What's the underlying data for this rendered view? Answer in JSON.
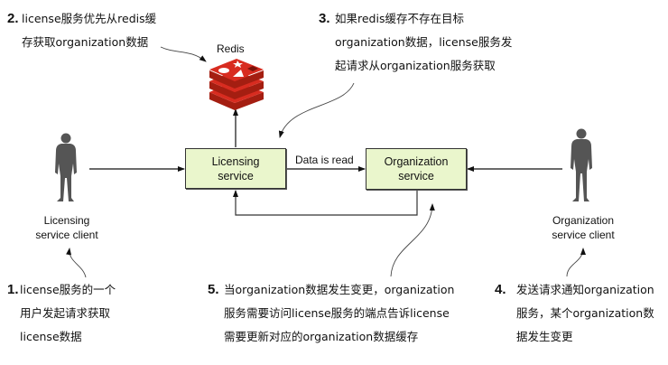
{
  "diagram": {
    "redis": {
      "label": "Redis",
      "icon": "redis-logo-icon",
      "color": "#d82c20"
    },
    "services": {
      "licensing": {
        "line1": "Licensing",
        "line2": "service",
        "fill": "#eaf6cc"
      },
      "organization": {
        "line1": "Organization",
        "line2": "service",
        "fill": "#eaf6cc"
      }
    },
    "edge_label": "Data is read",
    "clients": {
      "licensing": {
        "line1": "Licensing",
        "line2": "service client",
        "icon": "person-icon"
      },
      "organization": {
        "line1": "Organization",
        "line2": "service client",
        "icon": "person-icon"
      }
    },
    "notes": [
      {
        "number": "1.",
        "lines": [
          "license服务的一个",
          "用户发起请求获取",
          "license数据"
        ]
      },
      {
        "number": "2.",
        "lines": [
          "license服务优先从redis缓",
          "存获取organization数据"
        ]
      },
      {
        "number": "3.",
        "lines": [
          "如果redis缓存不存在目标",
          "organization数据，license服务发",
          "起请求从organization服务获取"
        ]
      },
      {
        "number": "4.",
        "lines": [
          "发送请求通知organization",
          "服务，某个organization数",
          "据发生变更"
        ]
      },
      {
        "number": "5.",
        "lines": [
          "当organization数据发生变更，organization",
          "服务需要访问license服务的端点告诉license",
          "需要更新对应的organization数据缓存"
        ]
      }
    ]
  }
}
